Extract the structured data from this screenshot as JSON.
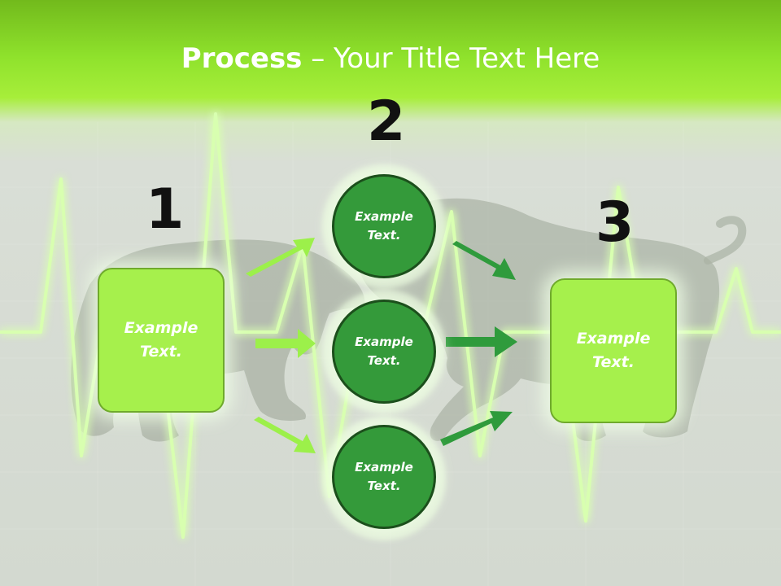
{
  "slide": {
    "title_bold": "Process",
    "title_rest": " – Your Title Text Here",
    "numbers": [
      "1",
      "2",
      "3"
    ],
    "left_box": "Example\nText.",
    "right_box": "Example\nText.",
    "circles": [
      "Example\nText.",
      "Example\nText.",
      "Example\nText."
    ]
  },
  "colors": {
    "light_green": "#a6f04c",
    "dark_green": "#349a3a",
    "left_arrows": "#9cf04a",
    "right_arrows": "#2f9b3c"
  }
}
